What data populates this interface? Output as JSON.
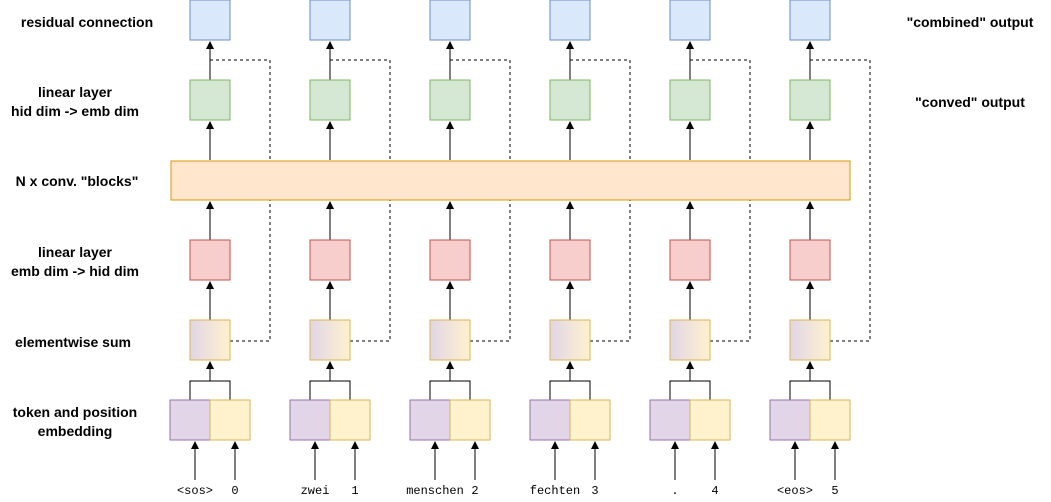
{
  "row_labels": {
    "residual": "residual connection",
    "linear_out_1": "linear layer",
    "linear_out_2": "hid dim -> emb dim",
    "blocks": "N x conv. \"blocks\"",
    "linear_in_1": "linear layer",
    "linear_in_2": "emb dim -> hid dim",
    "sum": "elementwise sum",
    "embedding_1": "token and position",
    "embedding_2": "embedding"
  },
  "side_labels": {
    "combined": "\"combined\" output",
    "conved": "\"conved\" output"
  },
  "columns": [
    {
      "token": "<sos>",
      "position": "0"
    },
    {
      "token": "zwei",
      "position": "1"
    },
    {
      "token": "menschen",
      "position": "2"
    },
    {
      "token": "fechten",
      "position": "3"
    },
    {
      "token": ".",
      "position": "4"
    },
    {
      "token": "<eos>",
      "position": "5"
    }
  ],
  "colors": {
    "residual_fill": "#dae8fc",
    "residual_stroke": "#6c8ebf",
    "conved_fill": "#d5e8d4",
    "conved_stroke": "#82b366",
    "linear_in_fill": "#f8cecc",
    "linear_in_stroke": "#b85450",
    "blocks_fill": "#ffe6cc",
    "blocks_stroke": "#d79b00",
    "token_fill": "#e1d5e7",
    "token_stroke": "#9673a6",
    "pos_fill": "#fff2cc",
    "pos_stroke": "#d6b656"
  }
}
